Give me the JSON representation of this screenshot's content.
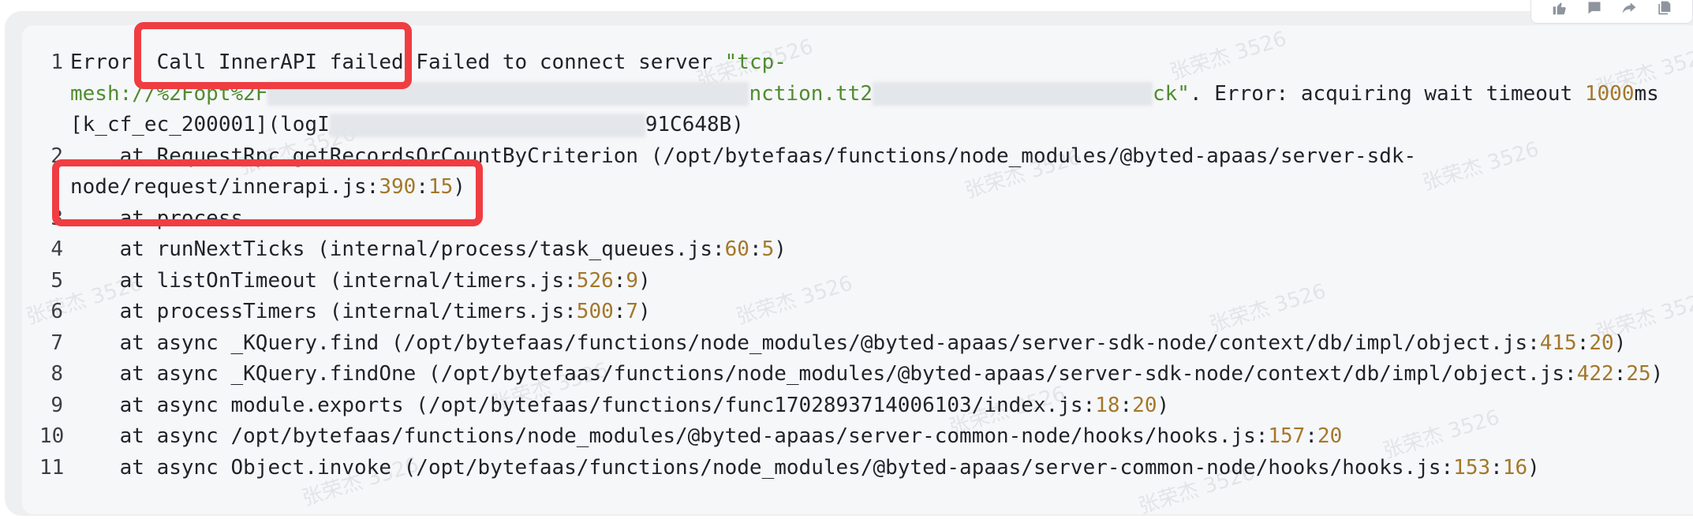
{
  "toolbar": {
    "icons": [
      "thumbs-up-icon",
      "comment-icon",
      "share-icon",
      "copy-icon"
    ]
  },
  "watermark_text": "张荣杰 3526",
  "code_lines": [
    {
      "n": "1",
      "rows": [
        [
          {
            "t": "Error: "
          },
          {
            "t": "Call InnerAPI failed"
          },
          {
            "t": " Failed to connect server "
          },
          {
            "t": "\"tcp-",
            "c": "str"
          }
        ],
        [
          {
            "t": "mesh://%2Fopt%2F",
            "c": "str"
          },
          {
            "blur": 610
          },
          {
            "t": "nction.tt2",
            "c": "str"
          },
          {
            "blur": 355
          },
          {
            "t": "ck\"",
            "c": "str"
          },
          {
            "t": ". Error: acquiring wait timeout "
          },
          {
            "t": "1000",
            "c": "num"
          },
          {
            "t": "ms"
          }
        ],
        [
          {
            "t": "[k_cf_ec_200001](logI"
          },
          {
            "blur": 400
          },
          {
            "t": "91C648B)"
          }
        ]
      ]
    },
    {
      "n": "2",
      "rows": [
        [
          {
            "t": "    at RequestRpc.getRecordsOrCountByCriterion (/opt/bytefaas/functions/node_modules/@byted-apaas/server-sdk-"
          }
        ],
        [
          {
            "t": "node/request/innerapi.js:"
          },
          {
            "t": "390",
            "c": "num"
          },
          {
            "t": ":"
          },
          {
            "t": "15",
            "c": "num"
          },
          {
            "t": ")"
          }
        ]
      ]
    },
    {
      "n": "3",
      "rows": [
        [
          {
            "t": "    at process"
          }
        ]
      ]
    },
    {
      "n": "4",
      "rows": [
        [
          {
            "t": "    at runNextTicks (internal/process/task_queues.js:"
          },
          {
            "t": "60",
            "c": "num"
          },
          {
            "t": ":"
          },
          {
            "t": "5",
            "c": "num"
          },
          {
            "t": ")"
          }
        ]
      ]
    },
    {
      "n": "5",
      "rows": [
        [
          {
            "t": "    at listOnTimeout (internal/timers.js:"
          },
          {
            "t": "526",
            "c": "num"
          },
          {
            "t": ":"
          },
          {
            "t": "9",
            "c": "num"
          },
          {
            "t": ")"
          }
        ]
      ]
    },
    {
      "n": "6",
      "rows": [
        [
          {
            "t": "    at processTimers (internal/timers.js:"
          },
          {
            "t": "500",
            "c": "num"
          },
          {
            "t": ":"
          },
          {
            "t": "7",
            "c": "num"
          },
          {
            "t": ")"
          }
        ]
      ]
    },
    {
      "n": "7",
      "rows": [
        [
          {
            "t": "    at async _KQuery.find (/opt/bytefaas/functions/node_modules/@byted-apaas/server-sdk-node/context/db/impl/object.js:"
          },
          {
            "t": "415",
            "c": "num"
          },
          {
            "t": ":"
          },
          {
            "t": "20",
            "c": "num"
          },
          {
            "t": ")"
          }
        ]
      ]
    },
    {
      "n": "8",
      "rows": [
        [
          {
            "t": "    at async _KQuery.findOne (/opt/bytefaas/functions/node_modules/@byted-apaas/server-sdk-node/context/db/impl/object.js:"
          },
          {
            "t": "422",
            "c": "num"
          },
          {
            "t": ":"
          },
          {
            "t": "25",
            "c": "num"
          },
          {
            "t": ")"
          }
        ]
      ]
    },
    {
      "n": "9",
      "rows": [
        [
          {
            "t": "    at async module.exports (/opt/bytefaas/functions/func1702893714006103/index.js:"
          },
          {
            "t": "18",
            "c": "num"
          },
          {
            "t": ":"
          },
          {
            "t": "20",
            "c": "num"
          },
          {
            "t": ")"
          }
        ]
      ]
    },
    {
      "n": "10",
      "rows": [
        [
          {
            "t": "    at async /opt/bytefaas/functions/node_modules/@byted-apaas/server-common-node/hooks/hooks.js:"
          },
          {
            "t": "157",
            "c": "num"
          },
          {
            "t": ":"
          },
          {
            "t": "20",
            "c": "num"
          }
        ]
      ]
    },
    {
      "n": "11",
      "rows": [
        [
          {
            "t": "    at async Object.invoke (/opt/bytefaas/functions/node_modules/@byted-apaas/server-common-node/hooks/hooks.js:"
          },
          {
            "t": "153",
            "c": "num"
          },
          {
            "t": ":"
          },
          {
            "t": "16",
            "c": "num"
          },
          {
            "t": ")"
          }
        ]
      ]
    }
  ]
}
